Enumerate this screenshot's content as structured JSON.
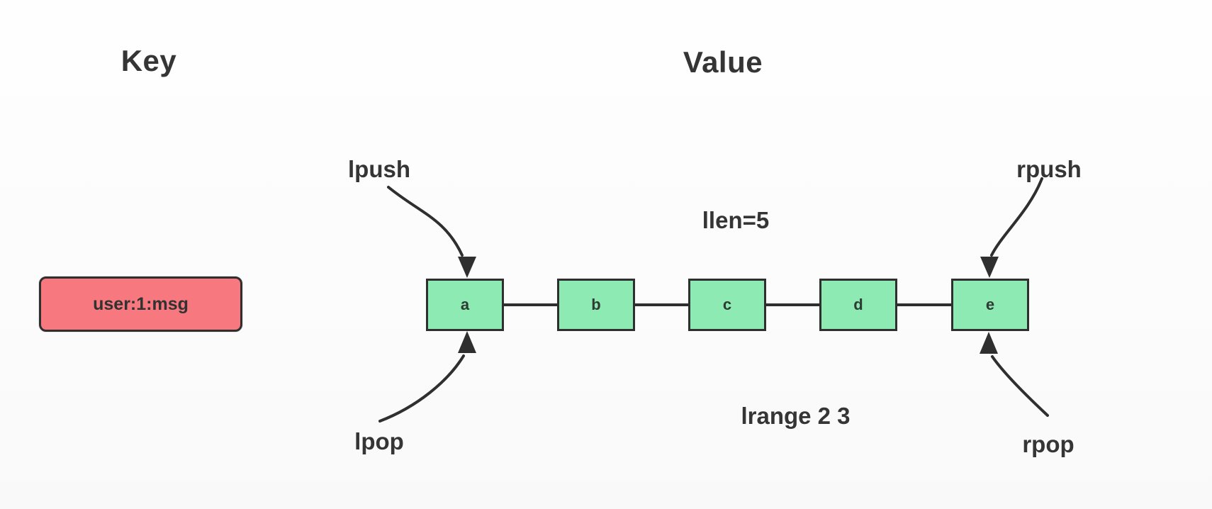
{
  "headings": {
    "key": "Key",
    "value": "Value"
  },
  "key_box": {
    "label": "user:1:msg"
  },
  "list": {
    "nodes": [
      {
        "label": "a"
      },
      {
        "label": "b"
      },
      {
        "label": "c"
      },
      {
        "label": "d"
      },
      {
        "label": "e"
      }
    ],
    "length_label": "llen=5",
    "range_label": "lrange 2 3"
  },
  "operations": {
    "lpush": "lpush",
    "lpop": "lpop",
    "rpush": "rpush",
    "rpop": "rpop"
  },
  "colors": {
    "node_fill": "#8deab3",
    "key_fill": "#f7787e",
    "line": "#2f2f2f",
    "text": "#353535",
    "bg": "#fdfdfd"
  }
}
